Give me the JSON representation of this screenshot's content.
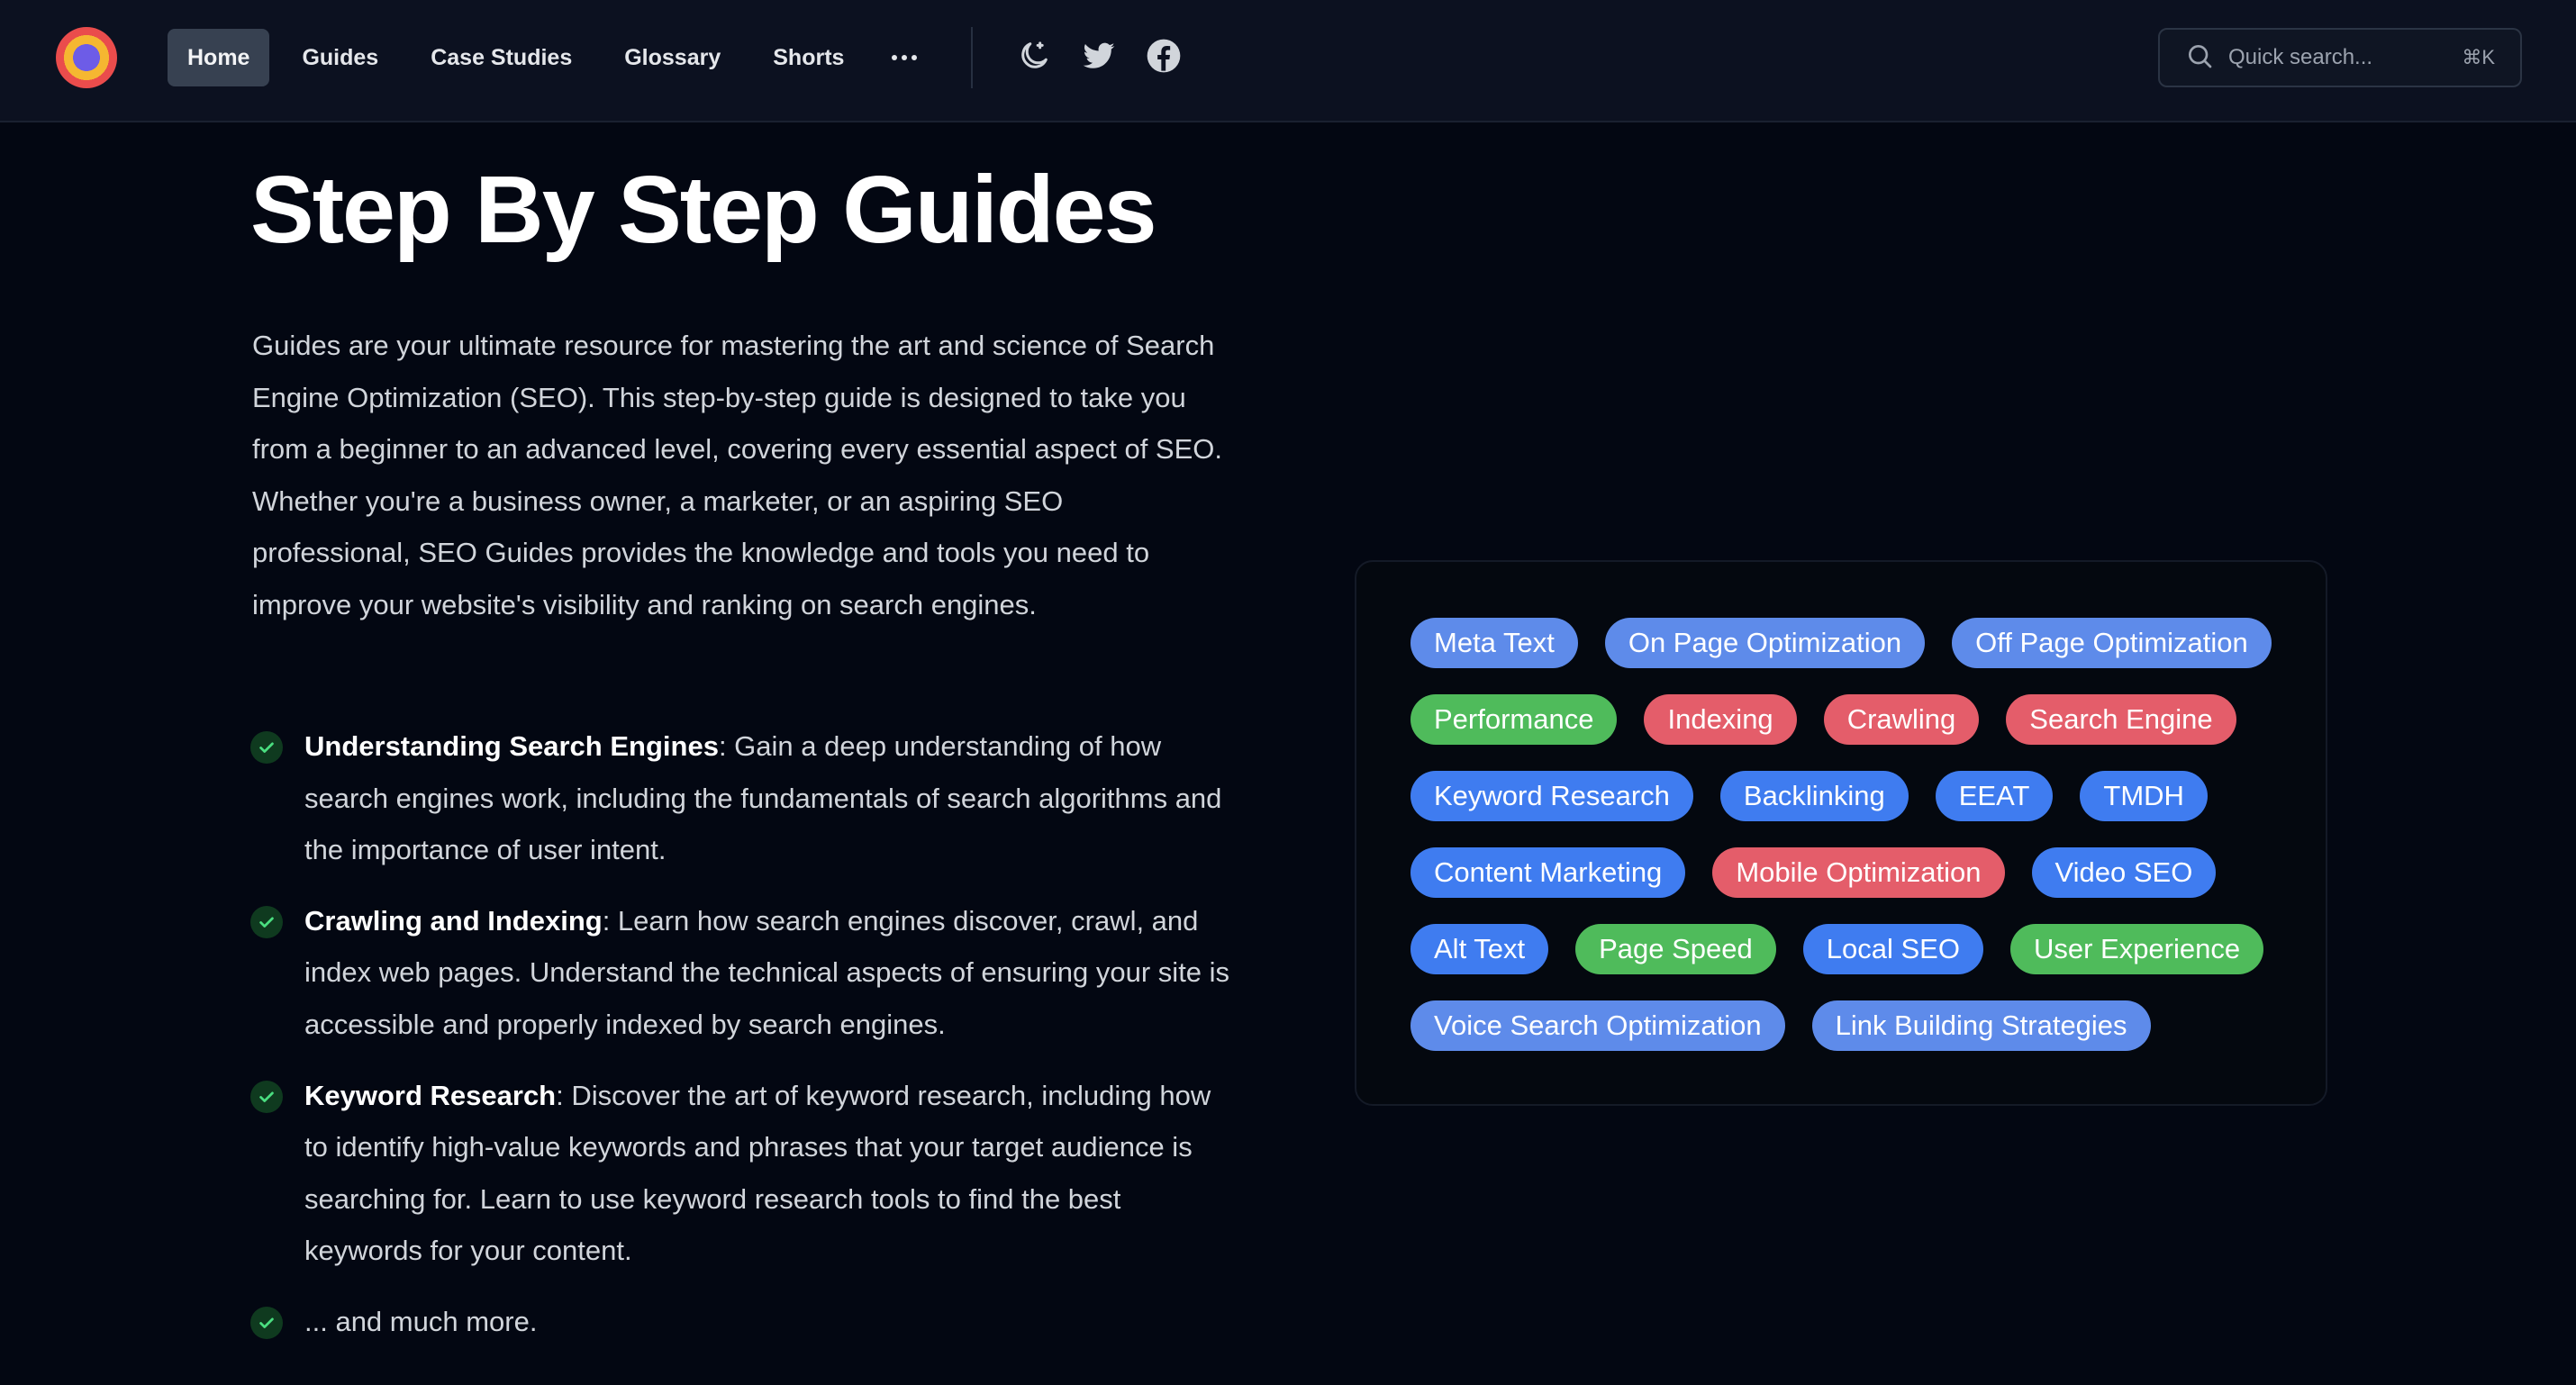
{
  "nav": {
    "items": [
      "Home",
      "Guides",
      "Case Studies",
      "Glossary",
      "Shorts"
    ],
    "more_icon": "more-icon",
    "social_icons": [
      "moon-icon",
      "twitter-icon",
      "facebook-icon"
    ]
  },
  "search": {
    "placeholder": "Quick search...",
    "shortcut": "⌘K"
  },
  "page": {
    "title": "Step By Step Guides",
    "intro": "Guides are your ultimate resource for mastering the art and science of Search Engine Optimization (SEO). This step-by-step guide is designed to take you from a beginner to an advanced level, covering every essential aspect of SEO. Whether you're a business owner, a marketer, or an aspiring SEO professional, SEO Guides provides the knowledge and tools you need to improve your website's visibility and ranking on search engines.",
    "features": [
      {
        "title": "Understanding Search Engines",
        "text": ": Gain a deep understanding of how search engines work, including the fundamentals of search algorithms and the importance of user intent."
      },
      {
        "title": "Crawling and Indexing",
        "text": ": Learn how search engines discover, crawl, and index web pages. Understand the technical aspects of ensuring your site is accessible and properly indexed by search engines."
      },
      {
        "title": "Keyword Research",
        "text": ": Discover the art of keyword research, including how to identify high-value keywords and phrases that your target audience is searching for. Learn to use keyword research tools to find the best keywords for your content."
      },
      {
        "title": "",
        "text": "... and much more."
      }
    ]
  },
  "tags": [
    {
      "label": "Meta Text",
      "color": "#5e8bea"
    },
    {
      "label": "On Page Optimization",
      "color": "#5e8bea"
    },
    {
      "label": "Off Page Optimization",
      "color": "#5e8bea"
    },
    {
      "label": "Performance",
      "color": "#4fbb5b"
    },
    {
      "label": "Indexing",
      "color": "#e45d6a"
    },
    {
      "label": "Crawling",
      "color": "#e45d6a"
    },
    {
      "label": "Search Engine",
      "color": "#e45d6a"
    },
    {
      "label": "Keyword Research",
      "color": "#3f7cf0"
    },
    {
      "label": "Backlinking",
      "color": "#3f7cf0"
    },
    {
      "label": "EEAT",
      "color": "#3f7cf0"
    },
    {
      "label": "TMDH",
      "color": "#3f7cf0"
    },
    {
      "label": "Content Marketing",
      "color": "#3f7cf0"
    },
    {
      "label": "Mobile Optimization",
      "color": "#e45d6a"
    },
    {
      "label": "Video SEO",
      "color": "#3f7cf0"
    },
    {
      "label": "Alt Text",
      "color": "#3f7cf0"
    },
    {
      "label": "Page Speed",
      "color": "#4fbb5b"
    },
    {
      "label": "Local SEO",
      "color": "#3f7cf0"
    },
    {
      "label": "User Experience",
      "color": "#4fbb5b"
    },
    {
      "label": "Voice Search Optimization",
      "color": "#5e8bea"
    },
    {
      "label": "Link Building Strategies",
      "color": "#5e8bea"
    }
  ]
}
